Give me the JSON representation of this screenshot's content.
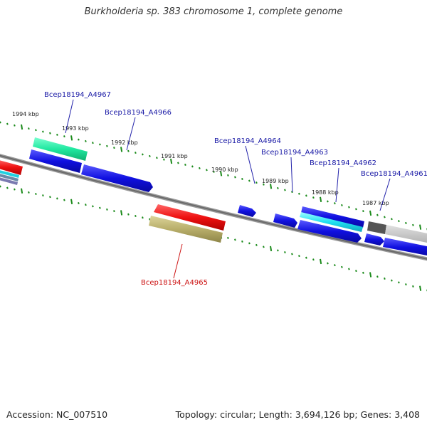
{
  "title": "Burkholderia sp. 383 chromosome 1, complete genome",
  "footer": {
    "accession": "Accession: NC_007510",
    "topology": "Topology: circular; Length: 3,694,126 bp; Genes: 3,408"
  },
  "kbp_labels": [
    "1994 kbp",
    "1993 kbp",
    "1992 kbp",
    "1991 kbp",
    "1990 kbp",
    "1989 kbp",
    "1988 kbp",
    "1987 kbp"
  ],
  "gene_labels": [
    {
      "id": "g4967",
      "text": "Bcep18194_A4967",
      "color": "#1a1aa6"
    },
    {
      "id": "g4966",
      "text": "Bcep18194_A4966",
      "color": "#1a1aa6"
    },
    {
      "id": "g4964",
      "text": "Bcep18194_A4964",
      "color": "#1a1aa6"
    },
    {
      "id": "g4963",
      "text": "Bcep18194_A4963",
      "color": "#1a1aa6"
    },
    {
      "id": "g4962",
      "text": "Bcep18194_A4962",
      "color": "#1a1aa6"
    },
    {
      "id": "g4961",
      "text": "Bcep18194_A4961",
      "color": "#1a1aa6"
    },
    {
      "id": "g4965",
      "text": "Bcep18194_A4965",
      "color": "#cc1111"
    }
  ],
  "colors": {
    "forward_gene": "#1010e0",
    "reverse_gene": "#ee1111",
    "rna_gene": "#20e8a0",
    "other_gene": "#b8ae6a",
    "tick": "#1a8a1a",
    "backbone": "#777777"
  }
}
